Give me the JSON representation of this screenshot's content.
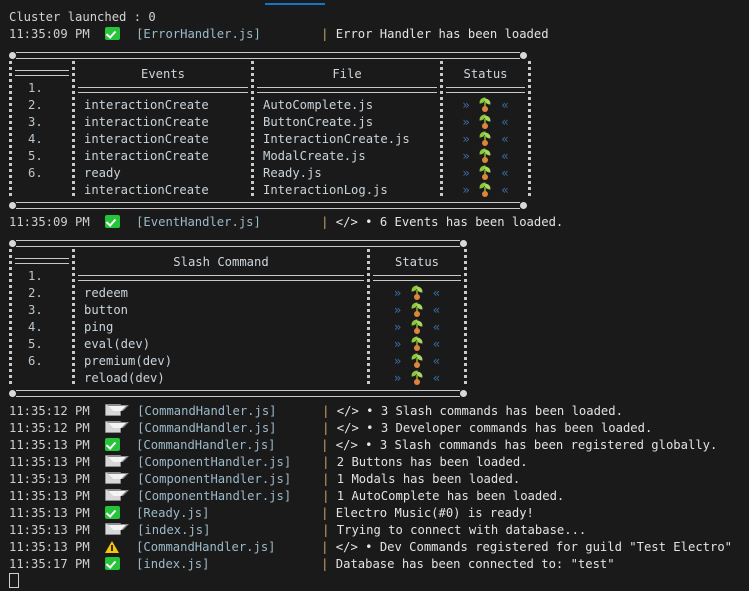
{
  "window": {
    "background": "#1a1a1a",
    "tab_indicator_color": "#1177cc"
  },
  "header": {
    "cluster_line": "Cluster launched : 0"
  },
  "log_top": [
    {
      "time": "11:35:09 PM",
      "icon": "check-icon",
      "source": "[ErrorHandler.js]",
      "separator": "|",
      "prefix": "",
      "message": "Error Handler has been loaded"
    }
  ],
  "events_table": {
    "headers": [
      "",
      "Events",
      "File",
      "Status"
    ],
    "rows": [
      {
        "index": "1.",
        "event": "interactionCreate",
        "file": "AutoComplete.js",
        "status": "seedling-icon"
      },
      {
        "index": "2.",
        "event": "interactionCreate",
        "file": "ButtonCreate.js",
        "status": "seedling-icon"
      },
      {
        "index": "3.",
        "event": "interactionCreate",
        "file": "InteractionCreate.js",
        "status": "seedling-icon"
      },
      {
        "index": "4.",
        "event": "interactionCreate",
        "file": "ModalCreate.js",
        "status": "seedling-icon"
      },
      {
        "index": "5.",
        "event": "ready",
        "file": "Ready.js",
        "status": "seedling-icon"
      },
      {
        "index": "6.",
        "event": "interactionCreate",
        "file": "InteractionLog.js",
        "status": "seedling-icon"
      }
    ],
    "status_left_guillemet": "»",
    "status_right_guillemet": "«"
  },
  "log_mid": [
    {
      "time": "11:35:09 PM",
      "icon": "check-icon",
      "source": "[EventHandler.js]",
      "separator": "|",
      "prefix": "</> •",
      "message": "6 Events has been loaded."
    }
  ],
  "commands_table": {
    "headers": [
      "",
      "Slash Command",
      "Status"
    ],
    "rows": [
      {
        "index": "1.",
        "command": "redeem",
        "status": "seedling-icon"
      },
      {
        "index": "2.",
        "command": "button",
        "status": "seedling-icon"
      },
      {
        "index": "3.",
        "command": "ping",
        "status": "seedling-icon"
      },
      {
        "index": "4.",
        "command": "eval(dev)",
        "status": "seedling-icon"
      },
      {
        "index": "5.",
        "command": "premium(dev)",
        "status": "seedling-icon"
      },
      {
        "index": "6.",
        "command": "reload(dev)",
        "status": "seedling-icon"
      }
    ],
    "status_left_guillemet": "»",
    "status_right_guillemet": "«"
  },
  "log_bottom": [
    {
      "time": "11:35:12 PM",
      "icon": "mail-icon",
      "source": "[CommandHandler.js]",
      "separator": "|",
      "prefix": "</> •",
      "message": "3 Slash commands has been loaded."
    },
    {
      "time": "11:35:12 PM",
      "icon": "mail-icon",
      "source": "[CommandHandler.js]",
      "separator": "|",
      "prefix": "</> •",
      "message": "3 Developer commands has been loaded."
    },
    {
      "time": "11:35:13 PM",
      "icon": "check-icon",
      "source": "[CommandHandler.js]",
      "separator": "|",
      "prefix": "</> •",
      "message": "3 Slash commands has been registered globally."
    },
    {
      "time": "11:35:13 PM",
      "icon": "mail-icon",
      "source": "[ComponentHandler.js]",
      "separator": "|",
      "prefix": "",
      "message": "2 Buttons has been loaded."
    },
    {
      "time": "11:35:13 PM",
      "icon": "mail-icon",
      "source": "[ComponentHandler.js]",
      "separator": "|",
      "prefix": "",
      "message": "1 Modals has been loaded."
    },
    {
      "time": "11:35:13 PM",
      "icon": "mail-icon",
      "source": "[ComponentHandler.js]",
      "separator": "|",
      "prefix": "",
      "message": "1 AutoComplete has been loaded."
    },
    {
      "time": "11:35:13 PM",
      "icon": "check-icon",
      "source": "[Ready.js]",
      "separator": "|",
      "prefix": "",
      "message": "Electro Music(#0) is ready!"
    },
    {
      "time": "11:35:13 PM",
      "icon": "mail-icon",
      "source": "[index.js]",
      "separator": "|",
      "prefix": "",
      "message": "Trying to connect with database..."
    },
    {
      "time": "11:35:13 PM",
      "icon": "warning-icon",
      "source": "[CommandHandler.js]",
      "separator": "|",
      "prefix": "</> •",
      "message": "Dev Commands registered for guild \"Test Electro\""
    },
    {
      "time": "11:35:17 PM",
      "icon": "check-icon",
      "source": "[index.js]",
      "separator": "|",
      "prefix": "",
      "message": "Database has been connected to: \"test\""
    }
  ],
  "colors": {
    "accent_blue": "#1177cc",
    "success_green": "#25c43a",
    "warning_yellow": "#f2c40e",
    "pipe_orange": "#c8a36a",
    "filename_blue": "#9cb9c9",
    "guillemet_blue": "#3b6ea5"
  }
}
